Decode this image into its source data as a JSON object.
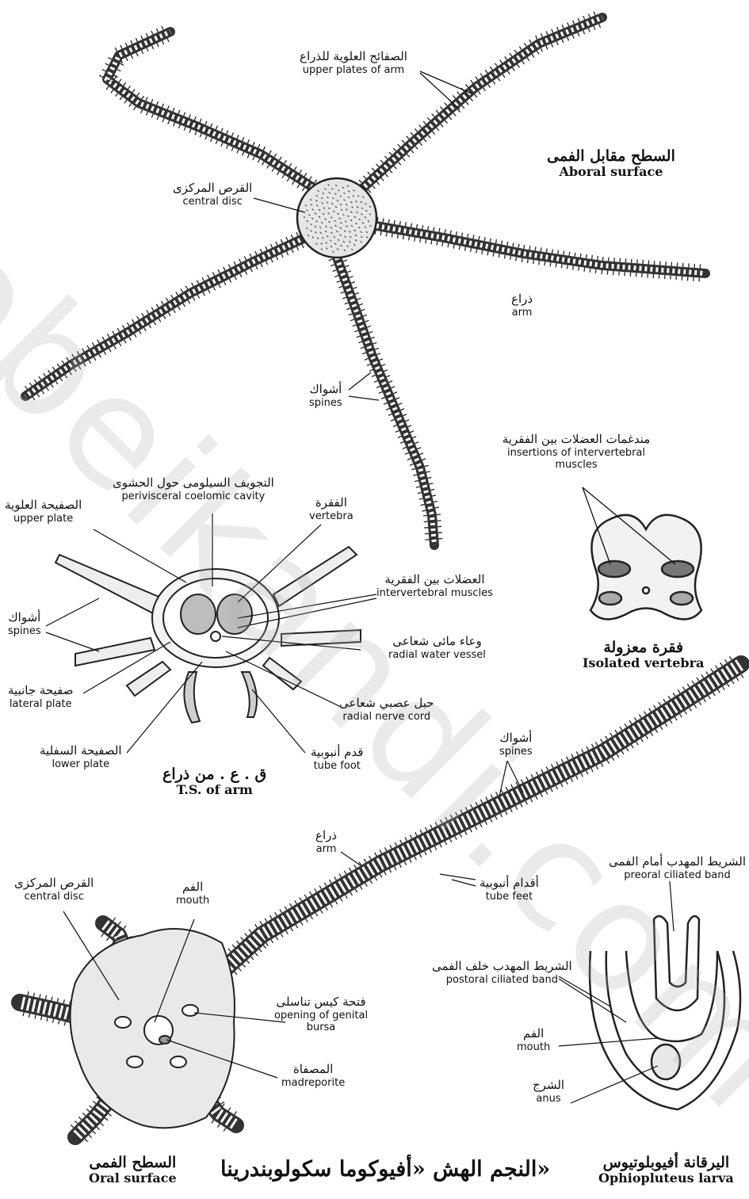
{
  "watermark": "obeikandi.com",
  "aboral": {
    "upper_plates": {
      "ar": "الصفائح العلوية للذراع",
      "en": "upper plates of arm"
    },
    "central_disc": {
      "ar": "القرص المركزى",
      "en": "central disc"
    },
    "surface": {
      "ar": "السطح مقابل الفمى",
      "en": "Aboral surface"
    },
    "arm": {
      "ar": "ذراع",
      "en": "arm"
    },
    "spines": {
      "ar": "أشواك",
      "en": "spines"
    }
  },
  "ts": {
    "perivisceral": {
      "ar": "التجويف السيلومى حول الحشوى",
      "en": "perivisceral coelomic cavity"
    },
    "upper_plate": {
      "ar": "الصفيحة العلوية",
      "en": "upper plate"
    },
    "vertebra": {
      "ar": "الفقرة",
      "en": "vertebra"
    },
    "spines": {
      "ar": "أشواك",
      "en": "spines"
    },
    "intervertebral": {
      "ar": "العضلات بين الفقرية",
      "en": "intervertebral muscles"
    },
    "water_vessel": {
      "ar": "وعاء مائى شعاعى",
      "en": "radial water vessel"
    },
    "lateral_plate": {
      "ar": "صفيحة جانبية",
      "en": "lateral plate"
    },
    "nerve_cord": {
      "ar": "حبل عصبي شعاعى",
      "en": "radial nerve cord"
    },
    "lower_plate": {
      "ar": "الصفيحة السفلية",
      "en": "lower plate"
    },
    "tube_foot": {
      "ar": "قدم أنبوبية",
      "en": "tube foot"
    },
    "caption": {
      "ar": "ق . ع . من ذراع",
      "en": "T.S. of arm"
    }
  },
  "vertebra": {
    "insertions": {
      "ar": "مندغمات العضلات بين الفقرية",
      "en": "insertions of intervertebral muscles"
    },
    "caption": {
      "ar": "فقرة معزولة",
      "en": "Isolated vertebra"
    }
  },
  "oral": {
    "spines": {
      "ar": "أشواك",
      "en": "spines"
    },
    "arm": {
      "ar": "ذراع",
      "en": "arm"
    },
    "central_disc": {
      "ar": "القرص المركزى",
      "en": "central disc"
    },
    "mouth": {
      "ar": "الفم",
      "en": "mouth"
    },
    "tube_feet": {
      "ar": "أقدام أنبوبية",
      "en": "tube feet"
    },
    "genital": {
      "ar": "فتحة كيس تناسلى",
      "en": "opening of genital bursa"
    },
    "madreporite": {
      "ar": "المصفاة",
      "en": "madreporite"
    },
    "surface": {
      "ar": "السطح الفمى",
      "en": "Oral surface"
    }
  },
  "larva": {
    "preoral": {
      "ar": "الشريط المهدب أمام الفمى",
      "en": "preoral ciliated band"
    },
    "postoral": {
      "ar": "الشريط المهدب خلف الفمى",
      "en": "postoral ciliated band"
    },
    "mouth": {
      "ar": "الفم",
      "en": "mouth"
    },
    "anus": {
      "ar": "الشرج",
      "en": "anus"
    },
    "caption": {
      "ar": "اليرقانة أفيوبلوتيوس",
      "en": "Ophiopluteus larva"
    }
  },
  "title": "النجم الهش «أفيوكوما سكولوبندرينا»"
}
